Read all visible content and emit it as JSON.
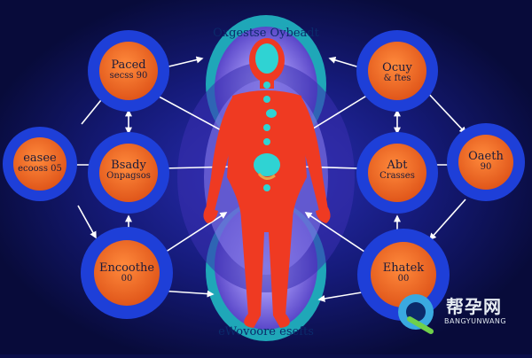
{
  "top_label": "Oxgestse Oybeadt",
  "bottom_label": "eWovoore esefts",
  "nodes": {
    "top_left": {
      "title": "Paced",
      "sub": "secss  90"
    },
    "left_outer": {
      "title": "easee",
      "sub": "ecooss  05"
    },
    "left_mid": {
      "title": "Bsady",
      "sub": "Onpagsos"
    },
    "bottom_left": {
      "title": "Encoothe",
      "sub": "00"
    },
    "top_right": {
      "title": "Ocuy",
      "sub": "& ftes"
    },
    "right_mid": {
      "title": "Abt",
      "sub": "Crasses"
    },
    "right_outer": {
      "title": "Oaeth",
      "sub": "90"
    },
    "bottom_right": {
      "title": "Ehatek",
      "sub": "00"
    }
  },
  "watermark": {
    "main": "帮孕网",
    "sub": "BANGYUNWANG"
  },
  "colors": {
    "background": "#0b0f4a",
    "ring_blue": "#1e3fd8",
    "node_orange": "#ef6a1c",
    "body_red": "#ef3a22",
    "cyan": "#2fd3d3",
    "aura_violet": "#7a66e0"
  }
}
